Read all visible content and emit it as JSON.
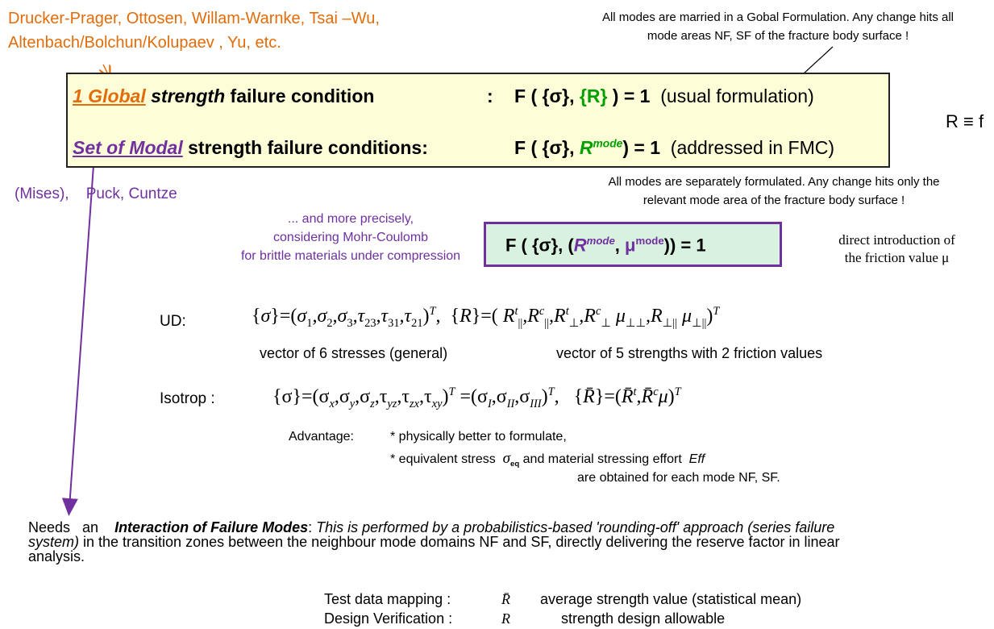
{
  "top_left": {
    "line1": "Drucker-Prager, Ottosen, Willam-Warnke, Tsai –Wu,",
    "line2": "Altenbach/Bolchun/Kolupaev , Yu, etc."
  },
  "top_right": {
    "line1": "All modes are married in a Gobal Formulation. Any change hits all",
    "line2": "mode areas  NF, SF of the fracture body surface !"
  },
  "box": {
    "row1": {
      "label_underlined": "1 Global",
      "label_italic": "strength",
      "label_rest": " failure  condition",
      "colon": ":",
      "formula_a": "F ( {σ}, ",
      "formula_green": "{R}",
      "formula_b": " )    = 1",
      "note": "(usual formulation)"
    },
    "row2": {
      "label_underlined": "Set  of  Modal",
      "label_rest": " strength failure  conditions:",
      "formula_a": "F ( {σ}, ",
      "formula_green": "R",
      "formula_green_sup": "mode",
      "formula_b": ") = 1",
      "note": "(addressed in FMC)"
    }
  },
  "r_equiv": "R ≡ f",
  "mid_right": {
    "line1": "All modes are separately formulated.  Any change hits only the",
    "line2": "relevant mode area of the fracture body surface !"
  },
  "left_list": {
    "mises": "(Mises),",
    "rest": "Puck, Cuntze"
  },
  "mohr": {
    "line1": "...  and more precisely,",
    "line2": "considering  Mohr-Coulomb",
    "line3": "for brittle materials under compression"
  },
  "green_box": {
    "a": "F ( {σ}, (",
    "r": "R",
    "r_sup": "mode",
    "comma": ", ",
    "mu": "μ",
    "mu_sup": "mode",
    "b": ")) = 1"
  },
  "friction_note": {
    "line1": "direct introduction of",
    "line2": "the friction value μ"
  },
  "ud": {
    "label": "UD:",
    "caption1": "vector of  6 stresses (general)",
    "caption2": "vector  of  5 strengths with 2 friction values"
  },
  "iso": {
    "label": "Isotrop :"
  },
  "advantage": {
    "label": "Advantage:",
    "item1": "* physically  better to formulate,",
    "item2_a": "* equivalent stress",
    "item2_sym": "σ",
    "item2_sub": "eq",
    "item2_b": " and  material stressing effort",
    "item2_eff": "Eff",
    "item3": "are  obtained for  each mode NF, SF."
  },
  "interaction": {
    "a": "Needs   an    ",
    "b_bold": "Interaction  of  Failure  Modes",
    "c": ":  ",
    "d_italic": "This  is  performed   by   a   probabilistics-based 'rounding-off' approach (series  failure system)",
    "e": "  in the transition zones between the neighbour mode domains NF and SF, directly delivering  the reserve factor in linear analysis."
  },
  "legend": [
    {
      "label": "Test data mapping :",
      "symbol": "R̄",
      "desc": "average strength value (statistical mean)"
    },
    {
      "label": "Design Verification :",
      "symbol": "R",
      "desc": "strength design allowable"
    }
  ],
  "colors": {
    "orange": "#e36c0a",
    "purple": "#7030a0",
    "green": "#00a000",
    "box_yellow": "#fdfdd8",
    "box_green": "#d9f2e0"
  }
}
